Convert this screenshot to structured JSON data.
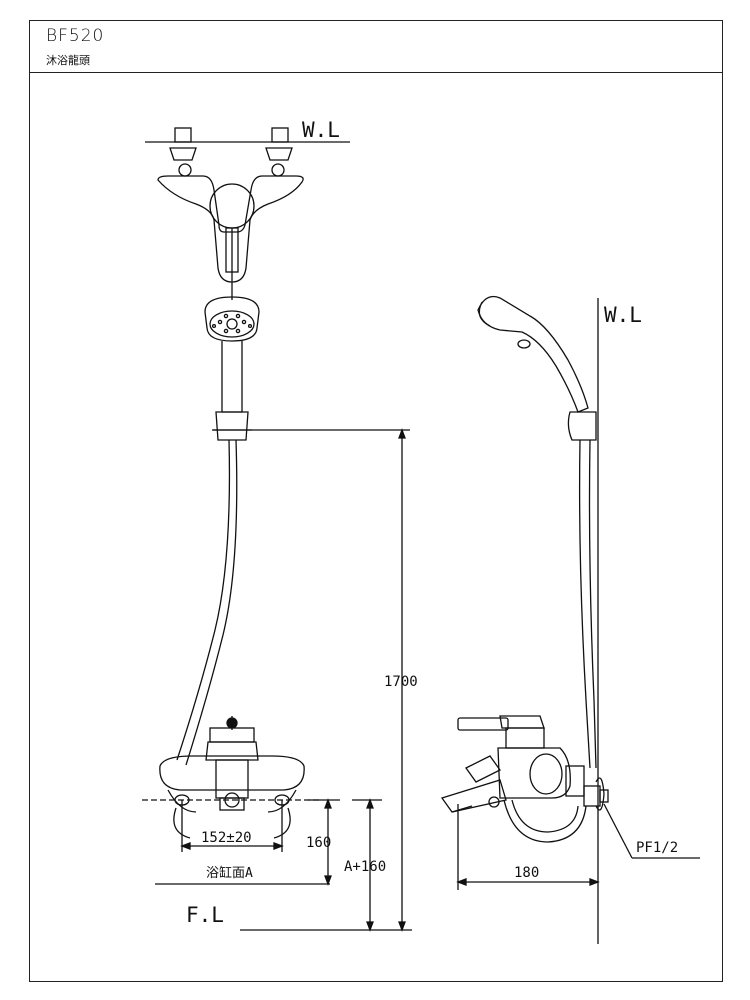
{
  "header": {
    "model": "BF520",
    "name": "沐浴龍頭"
  },
  "labels": {
    "wl_front": "W.L",
    "wl_side": "W.L",
    "fl": "F.L",
    "bathtub_surface": "浴缸面A"
  },
  "dimensions": {
    "height_total": "1700",
    "spacing": "152±20",
    "spout_height": "160",
    "offset_height": "A+160",
    "projection": "180",
    "thread": "PF1/2"
  }
}
